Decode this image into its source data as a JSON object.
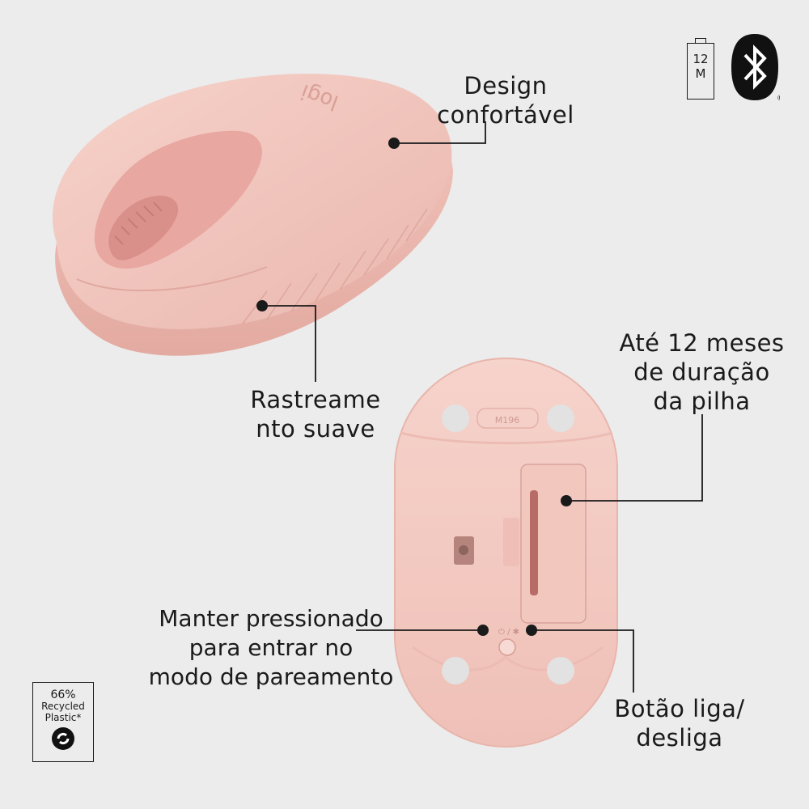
{
  "labels": {
    "design": [
      "Design",
      "confortável"
    ],
    "tracking": [
      "Rastreame",
      "nto suave"
    ],
    "battery": [
      "Até 12 meses",
      "de duração",
      "da pilha"
    ],
    "pairing": [
      "Manter pressionado",
      "para entrar no",
      "modo de pareamento"
    ],
    "power": [
      "Botão liga/",
      "desliga"
    ]
  },
  "battery_icon": {
    "text": [
      "12",
      "M"
    ]
  },
  "bluetooth_icon": {
    "name": "bluetooth-icon",
    "mark": "®"
  },
  "recycled_badge": {
    "percent": "66%",
    "line1": "Recycled",
    "line2": "Plastic*"
  },
  "mouse_top": {
    "logo": "logi"
  },
  "mouse_bottom": {
    "model": "M196"
  },
  "colors": {
    "background": "#ececec",
    "mouse_body": "#f3c9c0",
    "mouse_shadow": "#e3aea5",
    "scroll_area": "#e8a7a0",
    "foot_pad": "#e2e2e2",
    "text": "#1a1a1a"
  }
}
